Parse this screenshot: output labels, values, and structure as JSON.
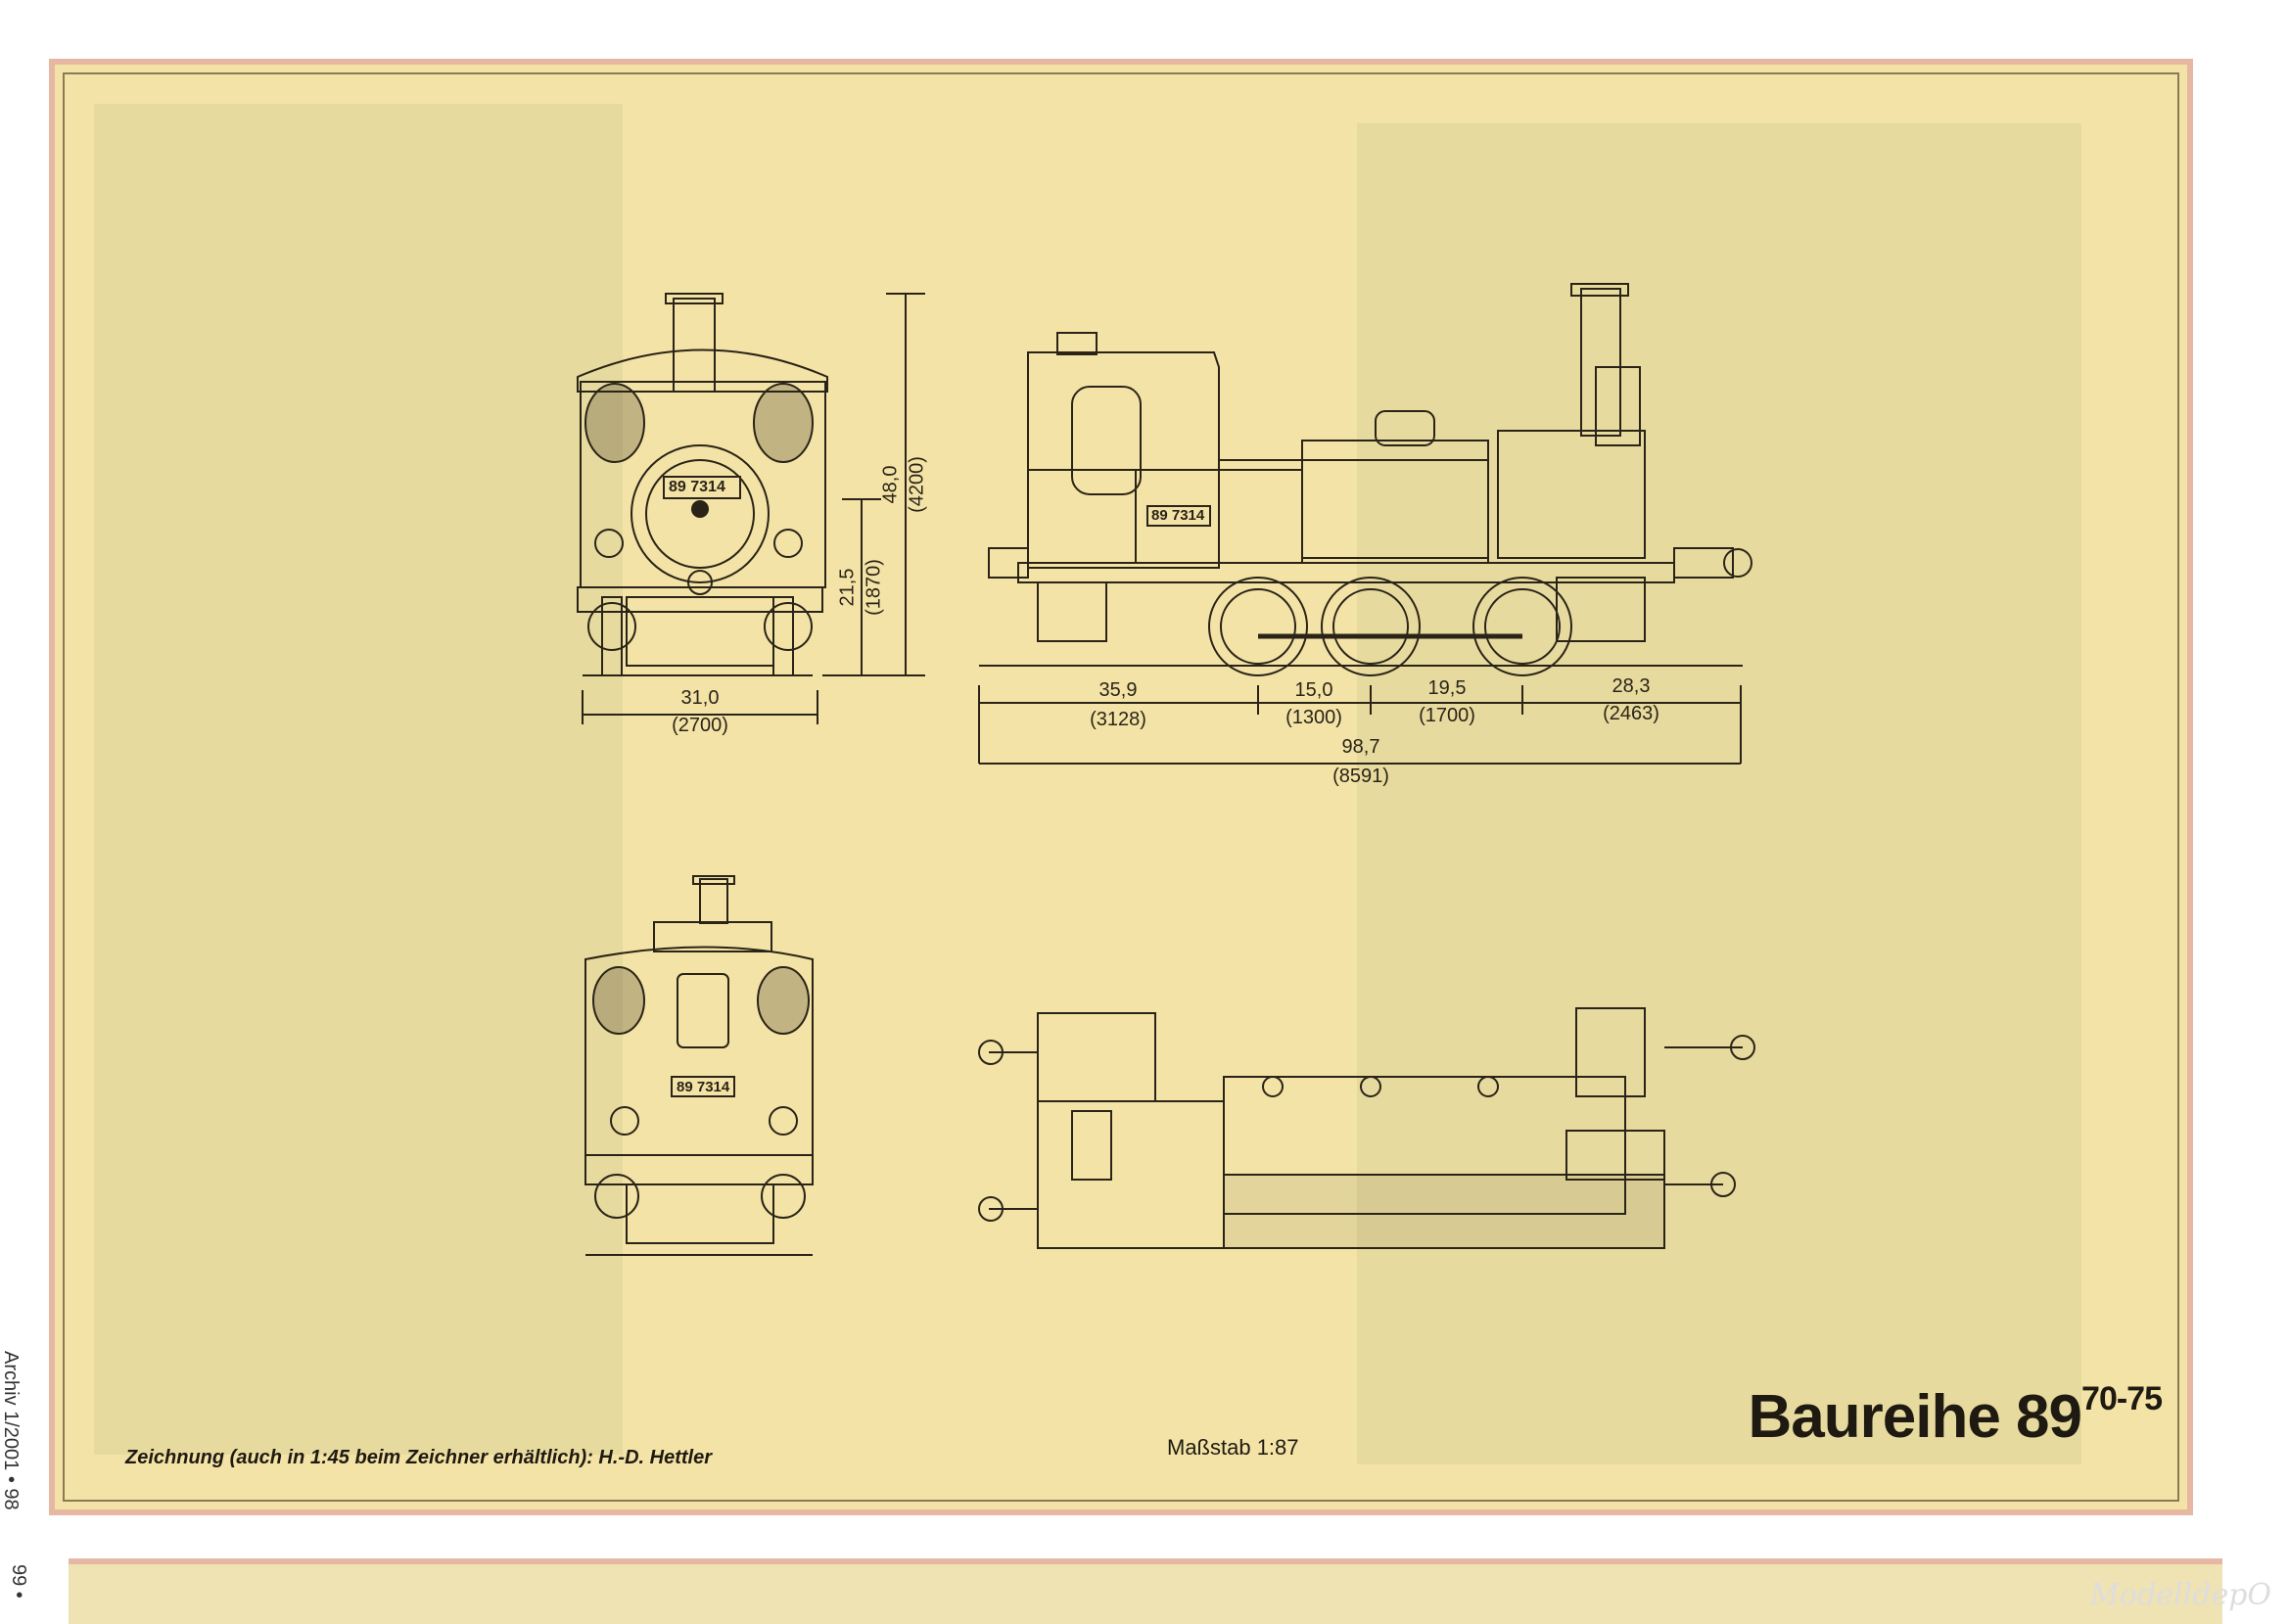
{
  "title": {
    "main": "Baureihe 89",
    "superscript": "70-75"
  },
  "credit": "Zeichnung (auch in 1:45 beim Zeichner erhältlich): H.-D. Hettler",
  "scale": "Maßstab 1:87",
  "side_caption": "Archiv 1/2001 • 98",
  "page_number": "99 •",
  "watermark": "ModelldepO",
  "number_plates": [
    "89 7314",
    "89 7314",
    "89 7314"
  ],
  "dimensions": {
    "front_width": {
      "label": "31,0",
      "mm": "(2700)"
    },
    "front_height_total": {
      "label": "48,0",
      "mm": "(4200)"
    },
    "front_height_buffer": {
      "label": "21,5",
      "mm": "(1870)"
    },
    "side_1": {
      "label": "35,9",
      "mm": "(3128)"
    },
    "side_2": {
      "label": "15,0",
      "mm": "(1300)"
    },
    "side_3": {
      "label": "19,5",
      "mm": "(1700)"
    },
    "side_4": {
      "label": "28,3",
      "mm": "(2463)"
    },
    "side_total": {
      "label": "98,7",
      "mm": "(8591)"
    }
  },
  "colors": {
    "paper": "#f4e3a6",
    "border": "#e6b7a2",
    "ink": "#2a2418"
  }
}
